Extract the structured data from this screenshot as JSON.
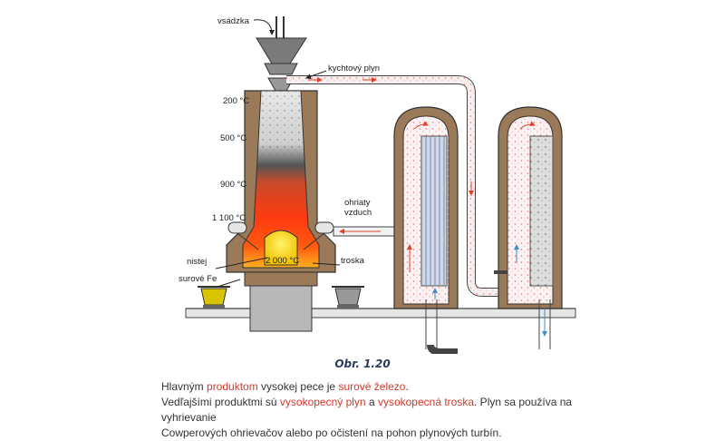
{
  "figure": {
    "labels": {
      "charge": "vsádzka",
      "top_gas": "kychtový plyn",
      "temp_200": "200 °C",
      "temp_500": "500 °C",
      "temp_900": "900 °C",
      "temp_1100": "1 100 °C",
      "hot_air": "ohriaty",
      "hot_air_2": "vzduch",
      "hearth": "nistej",
      "temp_2000": "2 000 °C",
      "slag": "troska",
      "pig_iron": "surové Fe"
    },
    "caption": "Obr. 1.20"
  },
  "text": {
    "line1_a": "Hlavným ",
    "line1_b": "produktom",
    "line1_c": " vysokej pece je ",
    "line1_d": "surové železo",
    "line1_e": ".",
    "line2_a": "Vedľajšími produktmi sú ",
    "line2_b": "vysokopecný plyn",
    "line2_c": " a ",
    "line2_d": "vysokopecná troska",
    "line2_e": ". Plyn sa používa na vyhrievanie",
    "line3": "Cowperových ohrievačov alebo po očistení na pohon plynových turbín."
  },
  "colors": {
    "highlight": "#d03a2b",
    "refractory": "#9a7a58",
    "pipe": "#dcdcdc",
    "flow_arrow": "#e0402a",
    "cold_arrow": "#3a8fd0"
  }
}
